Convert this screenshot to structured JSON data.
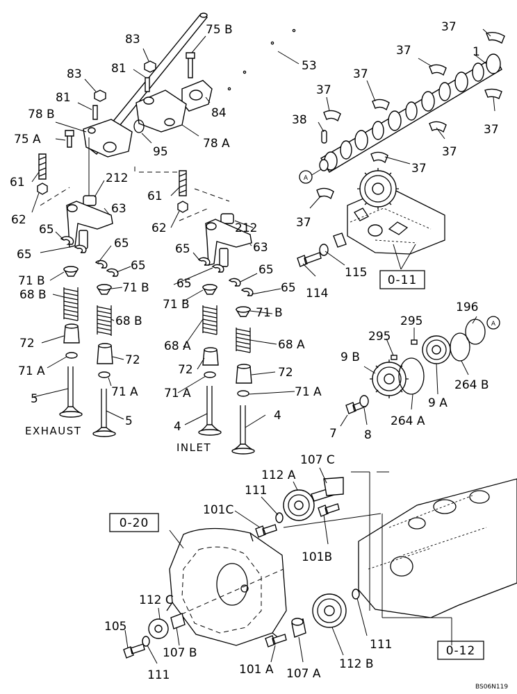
{
  "callouts": {
    "c1": "1",
    "c37a": "37",
    "c37b": "37",
    "c37c": "37",
    "c37d": "37",
    "c37e": "37",
    "c37f": "37",
    "c37g": "37",
    "c37h": "37",
    "c38": "38",
    "c53": "53",
    "c75b": "75 B",
    "c75a": "75 A",
    "c83a": "83",
    "c83b": "83",
    "c81a": "81",
    "c81b": "81",
    "c78b": "78 B",
    "c78a": "78 A",
    "c84": "84",
    "c95": "95",
    "c61a": "61",
    "c61b": "61",
    "c62a": "62",
    "c62b": "62",
    "c212a": "212",
    "c212b": "212",
    "c63a": "63",
    "c63b": "63",
    "c65a": "65",
    "c65b": "65",
    "c65c": "65",
    "c65d": "65",
    "c65e": "65",
    "c65f": "65",
    "c65g": "65",
    "c65h": "65",
    "c71ba": "71 B",
    "c71bb": "71 B",
    "c71bc": "71 B",
    "c71bd": "71  B",
    "c68b": "68 B",
    "c68bb": "68 B",
    "c68a": "68 A",
    "c68ab": "68 A",
    "c72a": "72",
    "c72b": "72",
    "c72c": "72",
    "c72d": "72",
    "c71aa": "71 A",
    "c71ab": "71 A",
    "c71ac": "71 A",
    "c71ad": "71 A",
    "c5a": "5",
    "c5b": "5",
    "c4a": "4",
    "c4b": "4",
    "c114": "114",
    "c115": "115",
    "c196": "196",
    "c295a": "295",
    "c295b": "295",
    "c9b": "9 B",
    "c9a": "9 A",
    "c264b": "264 B",
    "c264a": "264 A",
    "c7": "7",
    "c8": "8",
    "c107c": "107 C",
    "c112a": "112 A",
    "c111a": "111",
    "c101c": "101C",
    "c101b": "101B",
    "c112c": "112 C",
    "c105": "105",
    "c107b": "107 B",
    "c111b": "111",
    "c101a": "101 A",
    "c107a": "107 A",
    "c112b": "112 B",
    "c111c": "111"
  },
  "refs": {
    "r011": "0-11",
    "r020": "0-20",
    "r012": "0-12",
    "circA1": "A",
    "circA2": "A"
  },
  "words": {
    "exhaust": "EXHAUST",
    "inlet": "INLET"
  },
  "figure_code": "BS06N119"
}
